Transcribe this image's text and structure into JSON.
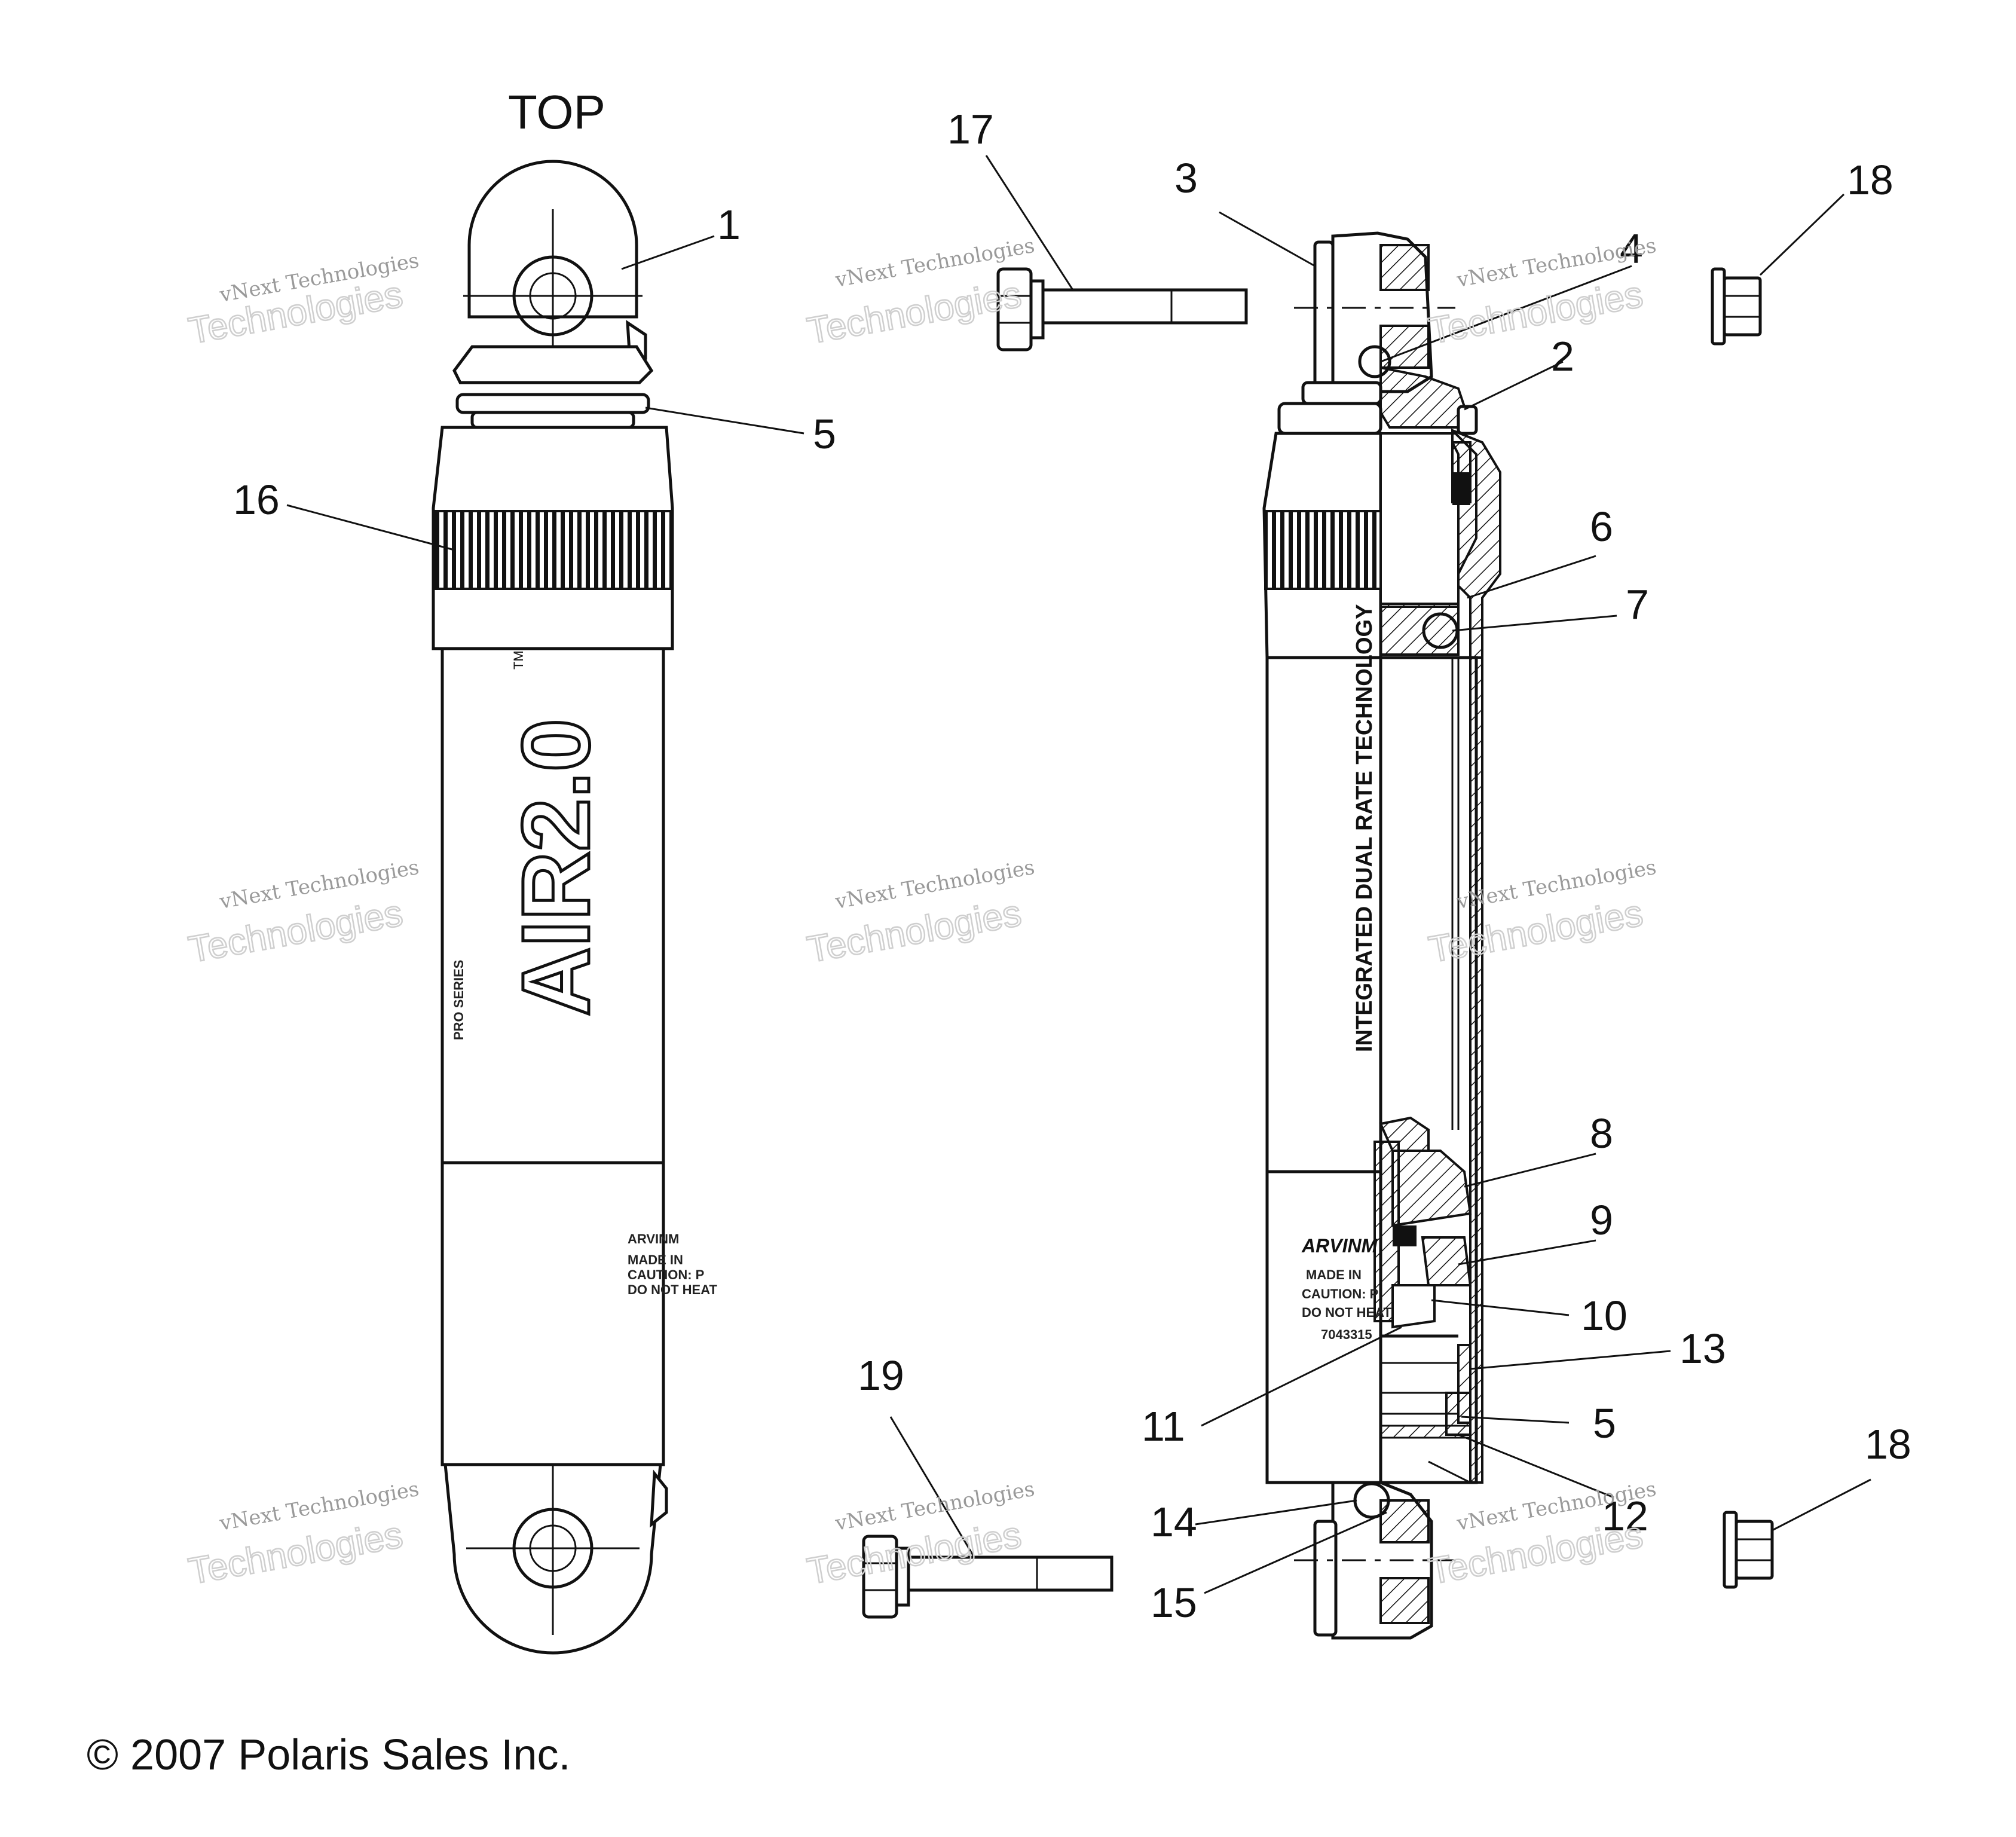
{
  "heading": "TOP",
  "copyright": "© 2007 Polaris Sales Inc.",
  "watermark": {
    "line1": "vNext Technologies",
    "line2": "Technologies"
  },
  "decals": {
    "logo_text": "AIR2.0",
    "logo_tm": "TM",
    "series": "PRO SERIES",
    "side_text": "INTEGRATED DUAL RATE TECHNOLOGY",
    "brand": "ARVINM",
    "made_in": "MADE IN",
    "caution": "CAUTION: P",
    "heat": "DO NOT HEAT",
    "part_no": "7043315"
  },
  "callouts": [
    "1",
    "2",
    "3",
    "4",
    "5",
    "5",
    "6",
    "7",
    "8",
    "9",
    "10",
    "11",
    "12",
    "13",
    "14",
    "15",
    "16",
    "17",
    "18",
    "18",
    "19"
  ],
  "colors": {
    "line": "#111111",
    "watermark": "#9a9a9a",
    "background": "#ffffff"
  }
}
